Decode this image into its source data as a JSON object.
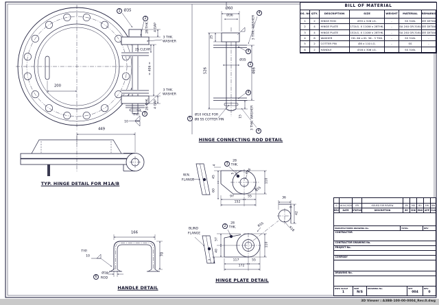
{
  "drawing": {
    "flange": {
      "callout1": "1",
      "callout2": "2",
      "callout3": "3",
      "dia35": "Ø35",
      "thk28": "28 THK.",
      "gap4": "4 GAP",
      "washer_l1": "3 THK.",
      "washer_l2": "WASHER",
      "clear25": "25 CLEAR",
      "len406": "≈ 406 ≈",
      "typ": "TYP.",
      "weld10": "10",
      "dim200": "200",
      "dim449": "449",
      "title": "TYP. HINGE DETAIL FOR M1A/B"
    },
    "rod": {
      "dia60": "Ø60",
      "dia36": "Ø36",
      "dim25": "25",
      "dim526": "526",
      "dim466": "466",
      "dia35": "Ø35",
      "callout1": "1",
      "callout4": "4",
      "callout5": "5",
      "washer": "3 THK. WASHER",
      "hole_l1": "Ø10 HOLE FOR",
      "hole_l2": "Ø8 SS COTTER PIN",
      "dim15": "15",
      "title": "HINGE CONNECTING ROD DETAIL"
    },
    "plate_a": {
      "flange_l1": "W.N.",
      "flange_l2": "FLANGE",
      "dim4": "4",
      "callout3": "3",
      "thk_l1": "28",
      "thk_l2": "THK.",
      "dim45": "45",
      "dim60": "60",
      "dim5": "5",
      "dia36": "Ø36",
      "r55": "R55",
      "dim110": "110",
      "dim97": "97",
      "dim55": "55",
      "dim152": "152"
    },
    "plate_b": {
      "flange_l1": "BLIND",
      "flange_l2": "FLANGE",
      "callout2": "2",
      "thk_l1": "28",
      "thk_l2": "THK.",
      "r55": "R55",
      "dim57": "57",
      "dim40": "40",
      "dim7": "7",
      "dim110": "110",
      "dim117": "117",
      "dim55": "55",
      "dim172": "172",
      "title": "HINGE PLATE DETAIL"
    },
    "corner": {
      "dim36": "36",
      "dim42": "42",
      "dim9": "9",
      "r18": "R18"
    },
    "handle": {
      "dim166": "166",
      "dim70": "70",
      "typ": "TYP.",
      "weld10": "10",
      "callout6": "6",
      "rod_l1": "Ø16",
      "rod_l2": "ROD",
      "title": "HANDLE DETAIL"
    }
  },
  "bom": {
    "title": "BILL OF MATERIAL",
    "headers": [
      "POS. NO.",
      "QTY.",
      "DESCRIPTION",
      "SIZE",
      "WEIGHT",
      "MATERIAL",
      "REMARKS"
    ],
    "rows": [
      [
        "1",
        "2",
        "HINGE ROD",
        "Ø35 x 526 LG.",
        "-",
        "SS 316L",
        "SEE DETAIL"
      ],
      [
        "2",
        "4",
        "HINGE PLATE",
        "172LG. X 110W x 28THK.",
        "-",
        "SA 240 GR.316L",
        "SEE DETAIL"
      ],
      [
        "3",
        "4",
        "HINGE PLATE",
        "152LG. X 110W x 28THK.",
        "-",
        "SA 240 GR.316L",
        "SEE DETAIL"
      ],
      [
        "4",
        "8",
        "WASHER",
        "OD. 60 x ID. 36 - 3 THK.",
        "-",
        "SS 316L",
        "-"
      ],
      [
        "5",
        "2",
        "COTTER PIN",
        "Ø8 x 110 LG.",
        "-",
        "SS",
        "-"
      ],
      [
        "6",
        "2",
        "HANDLE",
        "Ø16 x 306 LG.",
        "",
        "SS 316L",
        ""
      ]
    ]
  },
  "titleblock": {
    "rev_row": [
      "0",
      "16.04.2020",
      "IFR",
      "ISSUED FOR REVIEW",
      "ZB",
      "MD",
      "BO",
      "EW",
      "DW"
    ],
    "rev_headers": [
      "REV",
      "DATE",
      "STATUS",
      "DESCRIPTION",
      "BY",
      "CHK",
      "ENG",
      "APP",
      "CLN"
    ],
    "manufacturer_dwg_label": "MANUFACTURER DRAWING No.",
    "total_label": "TOTAL",
    "rev_label": "REV",
    "contractor_label": "CONTRACTOR",
    "contractor_dwg_label": "CONTRACTOR DRAWING No.",
    "project_label": "PROJECT No.",
    "company_label": "COMPANY",
    "drawing_label": "DRAWING No.",
    "scale_label": "DWG SCALE",
    "scale_value": "1",
    "size_label": "SIZE",
    "size_value": "N/S",
    "dwgno_label": "DRAWING No.",
    "sheet_label": "SHT",
    "sheet_value": "004",
    "rev2_label": "REV",
    "rev_value": "0"
  },
  "footer": {
    "viewer_text": "3D Viewer : A3BB-100-00-0004_Rev.0.dwg"
  }
}
